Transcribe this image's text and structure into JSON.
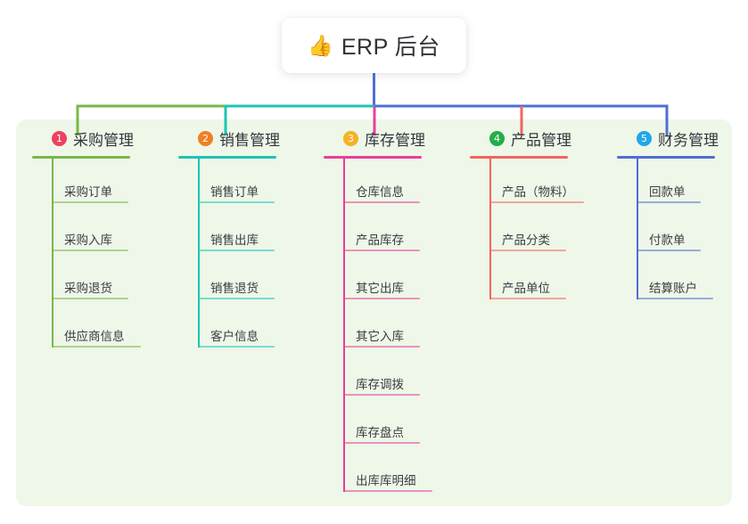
{
  "diagram": {
    "type": "org-chart-mindmap",
    "root": {
      "emoji": "👍",
      "emoji_name": "thumbs-up-emoji",
      "title": "ERP 后台"
    },
    "panel_bg": "#eef7e8",
    "branches": [
      {
        "number": "1",
        "title": "采购管理",
        "color": "#79b74a",
        "badge_color": "#ef4060",
        "rule_width": 110,
        "items": [
          {
            "label": "采购订单",
            "rule_width": 86
          },
          {
            "label": "采购入库",
            "rule_width": 86
          },
          {
            "label": "采购退货",
            "rule_width": 86
          },
          {
            "label": "供应商信息",
            "rule_width": 100
          }
        ]
      },
      {
        "number": "2",
        "title": "销售管理",
        "color": "#1ec4b6",
        "badge_color": "#f08021",
        "rule_width": 110,
        "items": [
          {
            "label": "销售订单",
            "rule_width": 86
          },
          {
            "label": "销售出库",
            "rule_width": 86
          },
          {
            "label": "销售退货",
            "rule_width": 86
          },
          {
            "label": "客户信息",
            "rule_width": 86
          }
        ]
      },
      {
        "number": "3",
        "title": "库存管理",
        "color": "#e8409a",
        "badge_color": "#f5b223",
        "rule_width": 110,
        "items": [
          {
            "label": "仓库信息",
            "rule_width": 86
          },
          {
            "label": "产品库存",
            "rule_width": 86
          },
          {
            "label": "其它出库",
            "rule_width": 86
          },
          {
            "label": "其它入库",
            "rule_width": 86
          },
          {
            "label": "库存调拨",
            "rule_width": 86
          },
          {
            "label": "库存盘点",
            "rule_width": 86
          },
          {
            "label": "出库库明细",
            "rule_width": 100
          }
        ]
      },
      {
        "number": "4",
        "title": "产品管理",
        "color": "#f1665f",
        "badge_color": "#23ad4a",
        "rule_width": 110,
        "items": [
          {
            "label": "产品（物料）",
            "rule_width": 106
          },
          {
            "label": "产品分类",
            "rule_width": 86
          },
          {
            "label": "产品单位",
            "rule_width": 86
          }
        ]
      },
      {
        "number": "5",
        "title": "财务管理",
        "color": "#4e6fd4",
        "badge_color": "#22a7e8",
        "rule_width": 110,
        "items": [
          {
            "label": "回款单",
            "rule_width": 72
          },
          {
            "label": "付款单",
            "rule_width": 72
          },
          {
            "label": "结算账户",
            "rule_width": 86
          }
        ]
      }
    ]
  }
}
